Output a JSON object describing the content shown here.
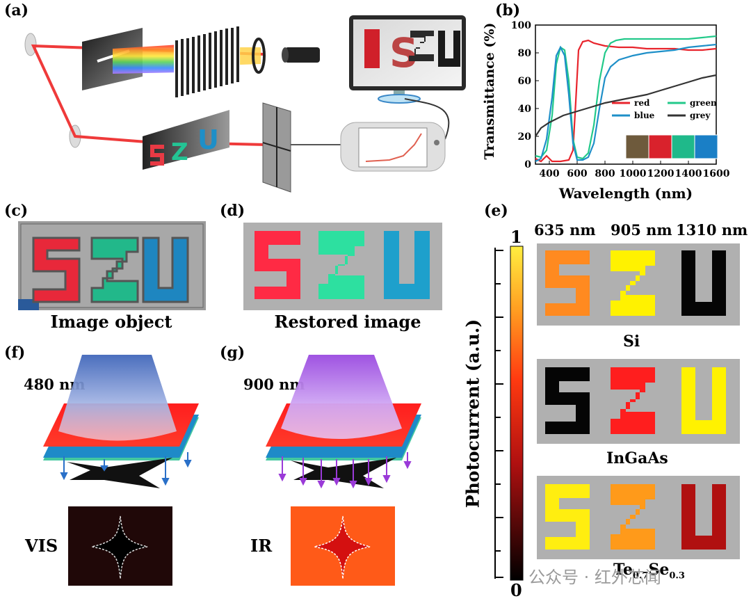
{
  "panels": {
    "a": "(a)",
    "b": "(b)",
    "c": "(c)",
    "d": "(d)",
    "e": "(e)",
    "f": "(f)",
    "g": "(g)"
  },
  "colors": {
    "red": "#e8242c",
    "green": "#22c98a",
    "blue": "#1e8fc8",
    "grey": "#333333",
    "orange": "#ff8a1a",
    "yellow": "#ffee00",
    "dark_red": "#b01010"
  },
  "captions": {
    "c": "Image object",
    "d": "Restored image"
  },
  "panel_e": {
    "wavelengths": [
      "635 nm",
      "905 nm",
      "1310 nm"
    ],
    "materials": [
      "Si",
      "InGaAs",
      "Te0.7Se0.3"
    ],
    "material_main": "Te",
    "material_sub1": "0.7",
    "material_se": "Se",
    "material_sub2": "0.3",
    "colorbar_max": "1",
    "colorbar_min": "0",
    "colorbar_label": "Photocurrent (a.u.)",
    "letters": [
      "S",
      "Z",
      "U"
    ]
  },
  "panel_f": {
    "wavelength": "480 nm",
    "mode": "VIS"
  },
  "panel_g": {
    "wavelength": "900 nm",
    "mode": "IR"
  },
  "watermark": "公众号 · 红外芯闻",
  "chart_data": {
    "type": "line",
    "xlabel": "Wavelength (nm)",
    "ylabel": "Transmittance (%)",
    "xlim": [
      300,
      1600
    ],
    "ylim": [
      0,
      100
    ],
    "xticks": [
      400,
      600,
      800,
      1000,
      1200,
      1400,
      1600
    ],
    "yticks": [
      0,
      20,
      40,
      60,
      80,
      100
    ],
    "legend": "center-right",
    "series": [
      {
        "name": "red",
        "color": "#e8242c",
        "x": [
          300,
          340,
          380,
          420,
          480,
          540,
          570,
          590,
          610,
          640,
          680,
          720,
          800,
          900,
          1000,
          1100,
          1200,
          1300,
          1400,
          1500,
          1600
        ],
        "y": [
          4,
          2,
          6,
          2,
          2,
          3,
          10,
          45,
          82,
          88,
          89,
          87,
          85,
          84,
          84,
          83,
          83,
          83,
          82,
          82,
          83
        ]
      },
      {
        "name": "green",
        "color": "#22c98a",
        "x": [
          300,
          340,
          380,
          420,
          450,
          480,
          510,
          540,
          570,
          600,
          640,
          680,
          720,
          760,
          800,
          840,
          880,
          940,
          1000,
          1100,
          1200,
          1300,
          1400,
          1500,
          1600
        ],
        "y": [
          6,
          5,
          10,
          35,
          72,
          84,
          82,
          60,
          18,
          5,
          4,
          8,
          28,
          60,
          80,
          87,
          89,
          90,
          90,
          90,
          90,
          90,
          90,
          91,
          92
        ]
      },
      {
        "name": "blue",
        "color": "#1e8fc8",
        "x": [
          300,
          340,
          380,
          420,
          450,
          480,
          510,
          540,
          570,
          600,
          640,
          680,
          720,
          760,
          800,
          840,
          900,
          1000,
          1100,
          1200,
          1300,
          1400,
          1500,
          1600
        ],
        "y": [
          2,
          4,
          18,
          48,
          78,
          84,
          78,
          50,
          15,
          3,
          3,
          5,
          15,
          40,
          62,
          70,
          75,
          78,
          80,
          81,
          82,
          84,
          85,
          86
        ]
      },
      {
        "name": "grey",
        "color": "#333333",
        "x": [
          300,
          340,
          400,
          500,
          600,
          700,
          800,
          900,
          1000,
          1100,
          1200,
          1300,
          1400,
          1500,
          1600
        ],
        "y": [
          20,
          26,
          30,
          35,
          38,
          41,
          44,
          46,
          48,
          50,
          53,
          56,
          59,
          62,
          64
        ]
      }
    ],
    "swatches": [
      "#6e5a3c",
      "#d9222c",
      "#1fb98a",
      "#1a7fc6"
    ]
  }
}
